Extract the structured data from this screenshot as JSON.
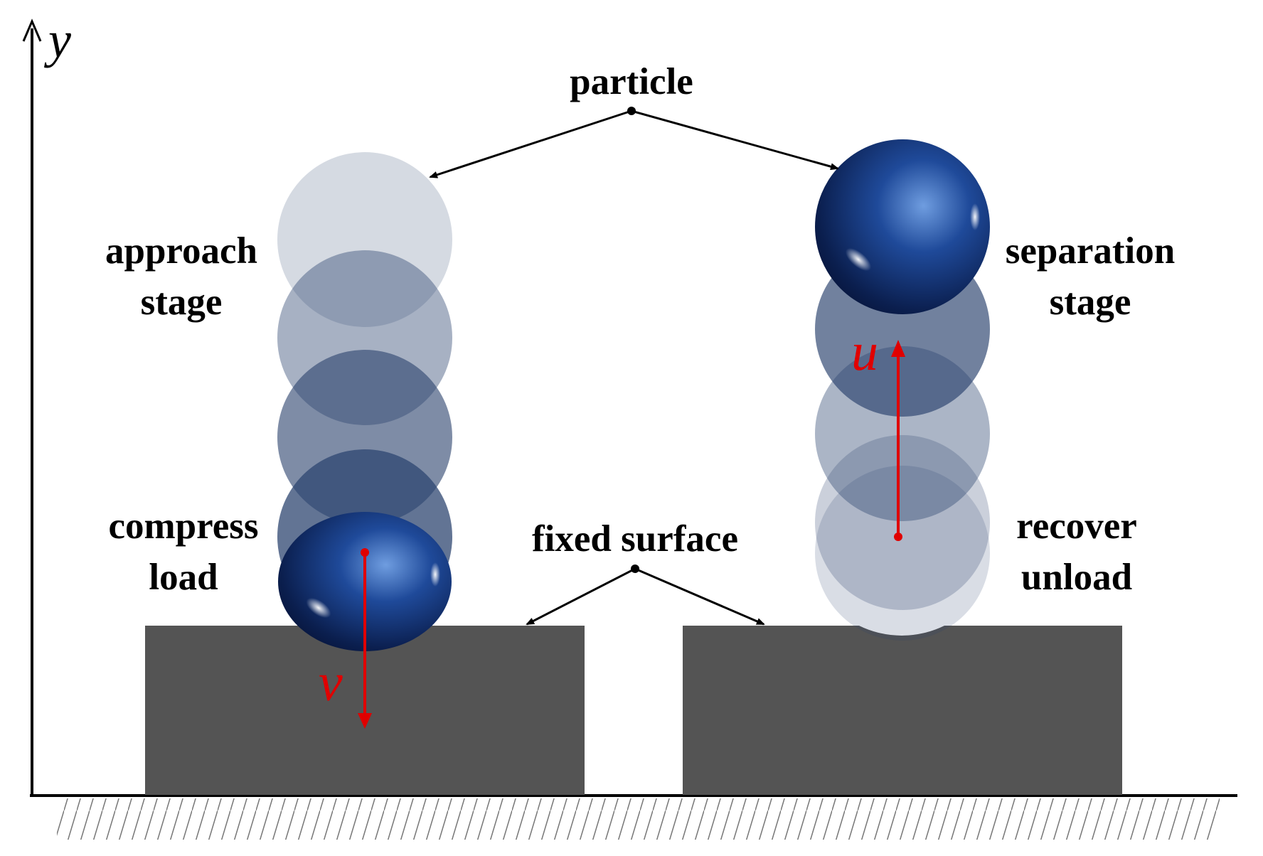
{
  "labels": {
    "y_axis": "y",
    "particle": "particle",
    "approach_1": "approach",
    "approach_2": "stage",
    "separation_1": "separation",
    "separation_2": "stage",
    "compress_1": "compress",
    "compress_2": "load",
    "recover_1": "recover",
    "recover_2": "unload",
    "fixed_surface": "fixed surface",
    "velocity_in": "v",
    "velocity_out": "u"
  },
  "colors": {
    "surface": "#545454",
    "particle_dark": "#1a3a78",
    "particle_ghost": "#2e4570",
    "vector": "#e00000",
    "line": "#000000"
  }
}
